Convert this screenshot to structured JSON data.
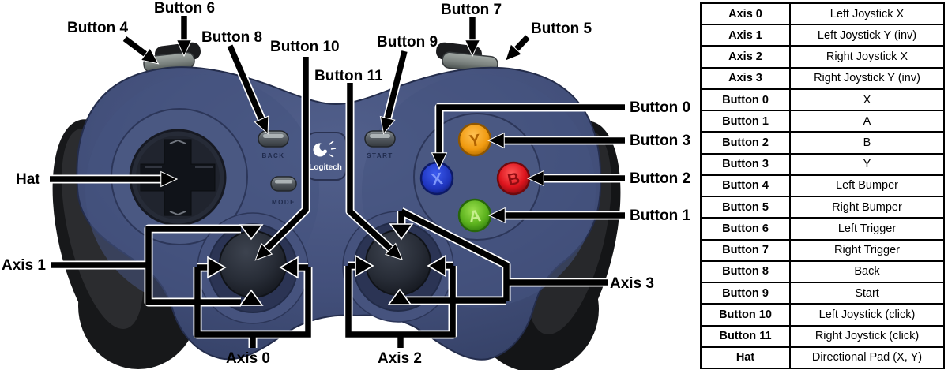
{
  "diagram": {
    "labels": {
      "button_0": "Button 0",
      "button_1": "Button 1",
      "button_2": "Button 2",
      "button_3": "Button 3",
      "button_4": "Button 4",
      "button_5": "Button 5",
      "button_6": "Button 6",
      "button_7": "Button 7",
      "button_8": "Button 8",
      "button_9": "Button 9",
      "button_10": "Button 10",
      "button_11": "Button 11",
      "hat": "Hat",
      "axis_0": "Axis 0",
      "axis_1": "Axis 1",
      "axis_2": "Axis 2",
      "axis_3": "Axis 3"
    },
    "gamepad": {
      "brand": "Logitech",
      "back_label": "BACK",
      "mode_label": "MODE",
      "start_label": "START",
      "face_buttons": {
        "x": "X",
        "y": "Y",
        "b": "B",
        "a": "A"
      },
      "colors": {
        "body_blue": "#3f4c76",
        "button_x_blue": "#2b43d8",
        "button_y_orange": "#f6a41e",
        "button_b_red": "#e5161f",
        "button_a_green": "#64c025",
        "annotation_black": "#000000"
      }
    }
  },
  "mapping_table": {
    "rows": [
      {
        "control": "Axis 0",
        "function": "Left Joystick X"
      },
      {
        "control": "Axis 1",
        "function": "Left Joystick Y (inv)"
      },
      {
        "control": "Axis 2",
        "function": "Right Joystick X"
      },
      {
        "control": "Axis 3",
        "function": "Right Joystick Y (inv)"
      },
      {
        "control": "Button 0",
        "function": "X"
      },
      {
        "control": "Button 1",
        "function": "A"
      },
      {
        "control": "Button 2",
        "function": "B"
      },
      {
        "control": "Button 3",
        "function": "Y"
      },
      {
        "control": "Button 4",
        "function": "Left Bumper"
      },
      {
        "control": "Button 5",
        "function": "Right Bumper"
      },
      {
        "control": "Button 6",
        "function": "Left Trigger"
      },
      {
        "control": "Button 7",
        "function": "Right Trigger"
      },
      {
        "control": "Button 8",
        "function": "Back"
      },
      {
        "control": "Button 9",
        "function": "Start"
      },
      {
        "control": "Button 10",
        "function": "Left Joystick (click)"
      },
      {
        "control": "Button 11",
        "function": "Right Joystick (click)"
      },
      {
        "control": "Hat",
        "function": "Directional Pad (X, Y)"
      }
    ]
  }
}
